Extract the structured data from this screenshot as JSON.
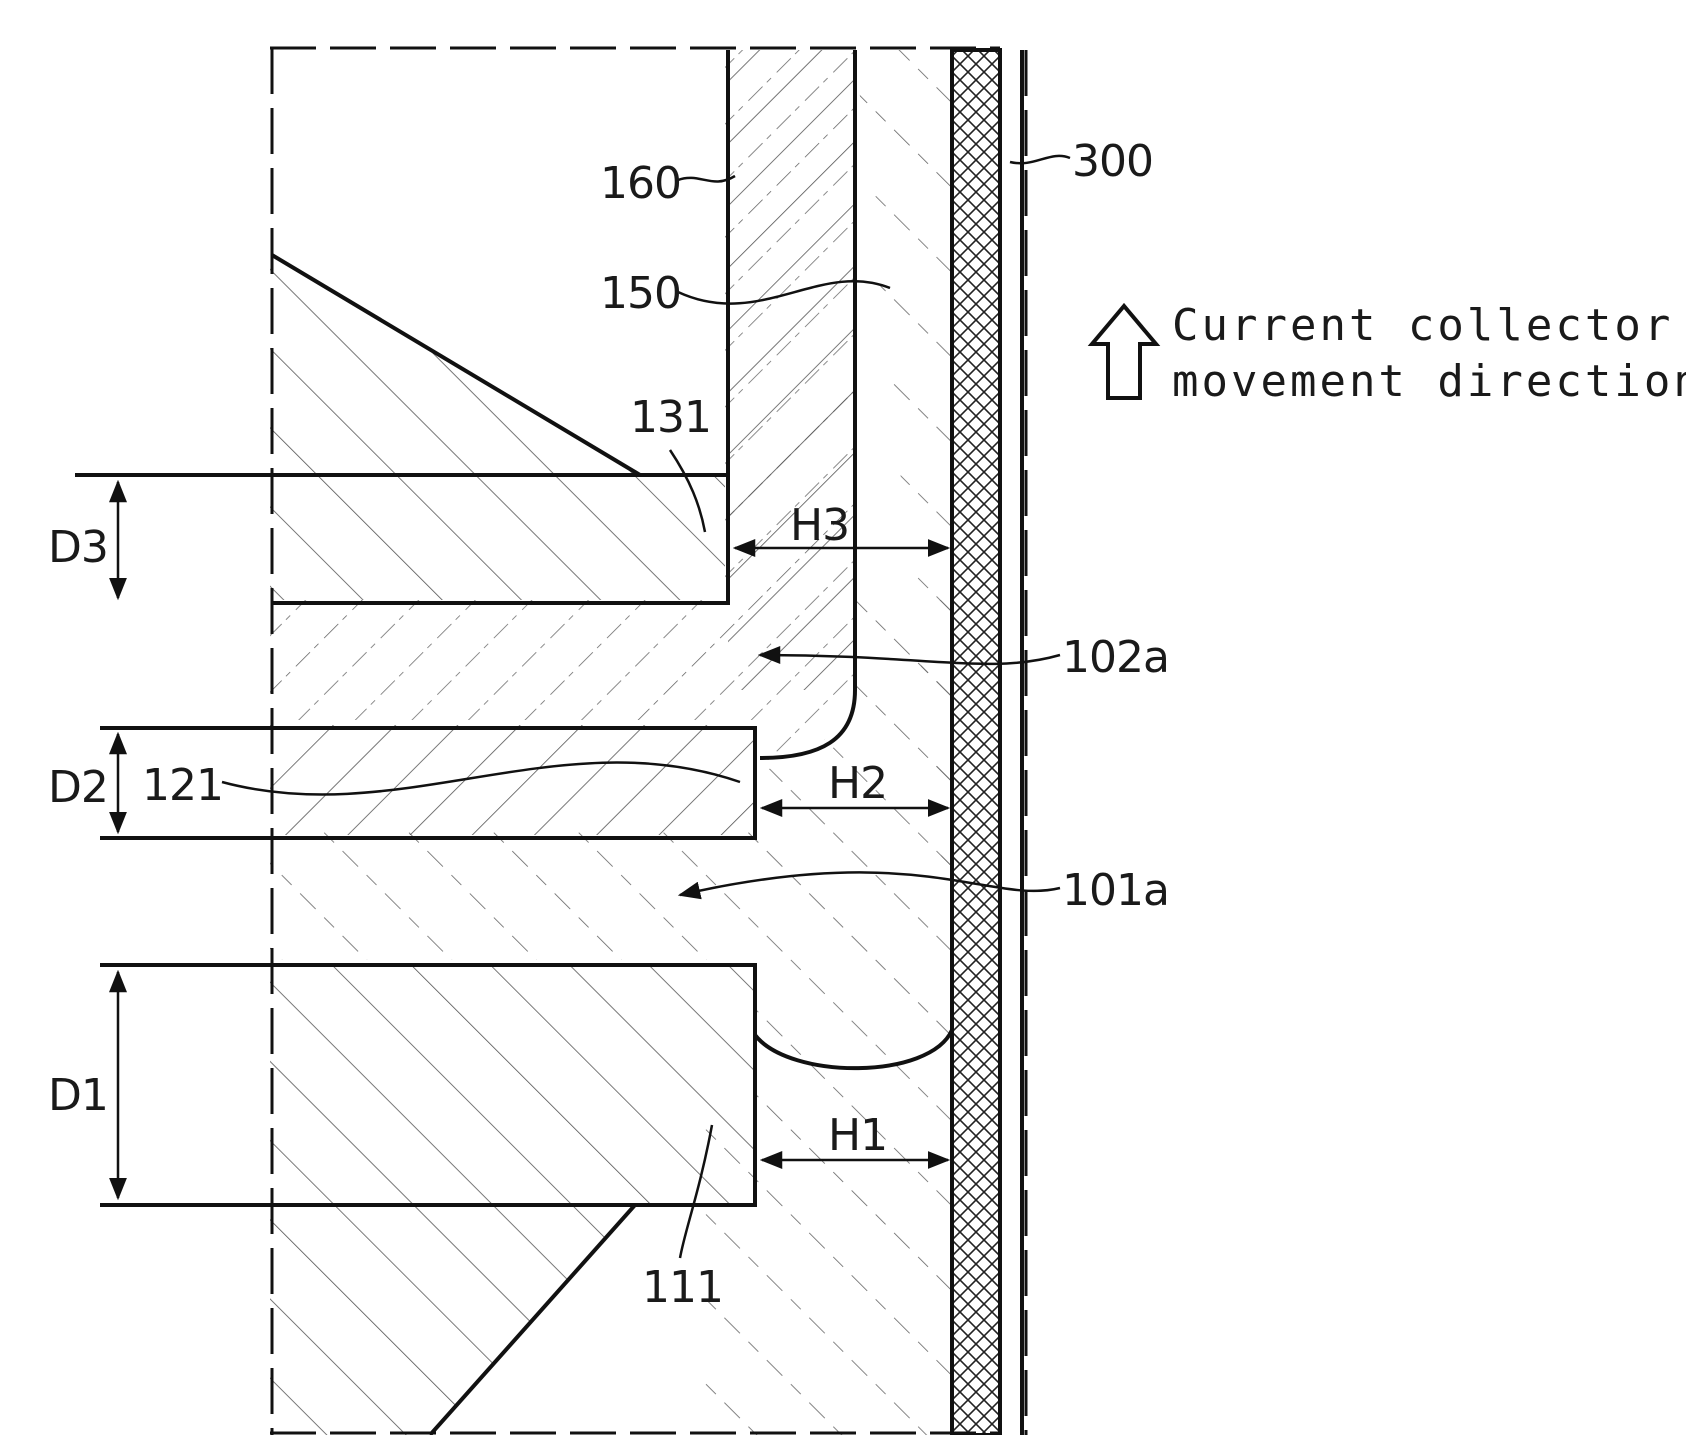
{
  "labels": {
    "ref_300": "300",
    "ref_160": "160",
    "ref_150": "150",
    "ref_131": "131",
    "ref_121": "121",
    "ref_111": "111",
    "ref_102a": "102a",
    "ref_101a": "101a",
    "dim_d1": "D1",
    "dim_d2": "D2",
    "dim_d3": "D3",
    "dim_h1": "H1",
    "dim_h2": "H2",
    "dim_h3": "H3"
  },
  "direction_note": {
    "line1": "Current collector",
    "line2": "movement direction",
    "icon": "up-arrow-outline-icon"
  }
}
